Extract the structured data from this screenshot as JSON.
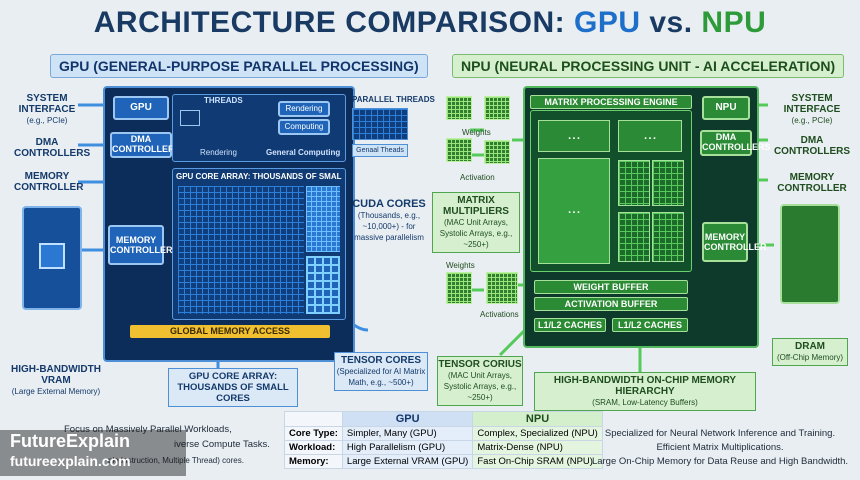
{
  "title": {
    "prefix": "ARCHITECTURE COMPARISON: ",
    "gpu": "GPU",
    "mid": " vs. ",
    "npu": "NPU"
  },
  "gpu": {
    "header": "GPU (GENERAL-PURPOSE PARALLEL PROCESSING)",
    "system_interface": {
      "label": "SYSTEM INTERFACE",
      "sub": "(e.g., PCIe)"
    },
    "dma": "DMA CONTROLLERS",
    "memory_controller_left": "MEMORY CONTROLLER",
    "vram": {
      "label": "HIGH-BANDWIDTH VRAM",
      "sub": "(Large External Memory)"
    },
    "gpu_box": "GPU",
    "dma_box": "DMA CONTROLLERS",
    "threads": {
      "title": "THREADS",
      "rendering": "Rendering",
      "computing": "Computing",
      "rendering_label": "Rendering",
      "general": "General Computing"
    },
    "parallel_threads": {
      "title": "PARALLEL THREADS",
      "box": "Genaal Theads"
    },
    "core_array_title": "GPU CORE ARRAY: THOUSANDS OF SMAL",
    "memory_controller": "MEMORY CONTROLLER",
    "global_memory": "GLOBAL MEMORY ACCESS",
    "cuda": {
      "label": "CUDA CORES",
      "sub": "(Thousands, e.g., ~10,000+) - for massive parallelism"
    },
    "tensor": {
      "label": "TENSOR CORES",
      "sub": "(Specialized for AI Matrix Math, e.g., ~500+)"
    },
    "core_array_caption": "GPU CORE ARRAY: THOUSANDS OF SMALL CORES"
  },
  "npu": {
    "header": "NPU (NEURAL PROCESSING UNIT - AI ACCELERATION)",
    "weights_top": "Weights",
    "activation": "Activation",
    "matrix_multipliers": {
      "label": "MATRIX MULTIPLIERS",
      "sub": "(MAC Unit Arrays, Systolic Arrays, e.g., ~250+)"
    },
    "weights_bottom": "Weights",
    "activations": "Activations",
    "engine_title": "MATRIX PROCESSING ENGINE",
    "ellipsis_1": "...",
    "ellipsis_2": "...",
    "ellipsis_3": "...",
    "npu_box": "NPU",
    "dma_box": "DMA CONTROLLERS",
    "memory_controller": "MEMORY CONTROLLER",
    "weight_buffer": "WEIGHT BUFFER",
    "activation_buffer": "ACTIVATION BUFFER",
    "cache_1": "L1/L2 CACHES",
    "cache_2": "L1/L2 CACHES",
    "system_interface": {
      "label": "SYSTEM INTERFACE",
      "sub": "(e.g., PCIe)"
    },
    "dma": "DMA CONTROLLERS",
    "memory_controller_right": "MEMORY CONTROLLER",
    "dram": {
      "label": "DRAM",
      "sub": "(Off-Chip Memory)"
    },
    "tensor": {
      "label": "TENSOR CORIUS",
      "sub": "(MAC Unit Arrays, Systolic Arrays, e.g., ~250+)"
    },
    "hierarchy": {
      "label": "HIGH-BANDWIDTH ON-CHIP MEMORY HIERARCHY",
      "sub": "(SRAM, Low-Latency Buffers)"
    }
  },
  "table": {
    "head": [
      "",
      "GPU",
      "NPU"
    ],
    "rows": [
      [
        "Core Type:",
        "Simpler, Many (GPU)",
        "Complex, Specialized (NPU)"
      ],
      [
        "Workload:",
        "High Parallelism (GPU)",
        "Matrix-Dense (NPU)"
      ],
      [
        "Memory:",
        "Large External VRAM (GPU)",
        "Fast On-Chip SRAM (NPU)"
      ]
    ]
  },
  "footer_left": {
    "line1": "Focus on Massively Parallel Workloads,",
    "line2": "iverse Compute Tasks.",
    "line3": "ple Instruction, Multiple Thread) cores."
  },
  "footer_right": {
    "line1": "Specialized for Neural Network Inference and Training.",
    "line2": "Efficient Matrix Multiplications.",
    "line3": "Large On-Chip Memory for Data Reuse and High Bandwidth."
  },
  "watermark": {
    "line1": "FutureExplain",
    "line2": "futureexplain.com"
  },
  "colors": {
    "gpu_accent": "#1e6fc9",
    "npu_accent": "#2e9b3a",
    "title": "#183a63",
    "global_memory": "#f0c030"
  }
}
